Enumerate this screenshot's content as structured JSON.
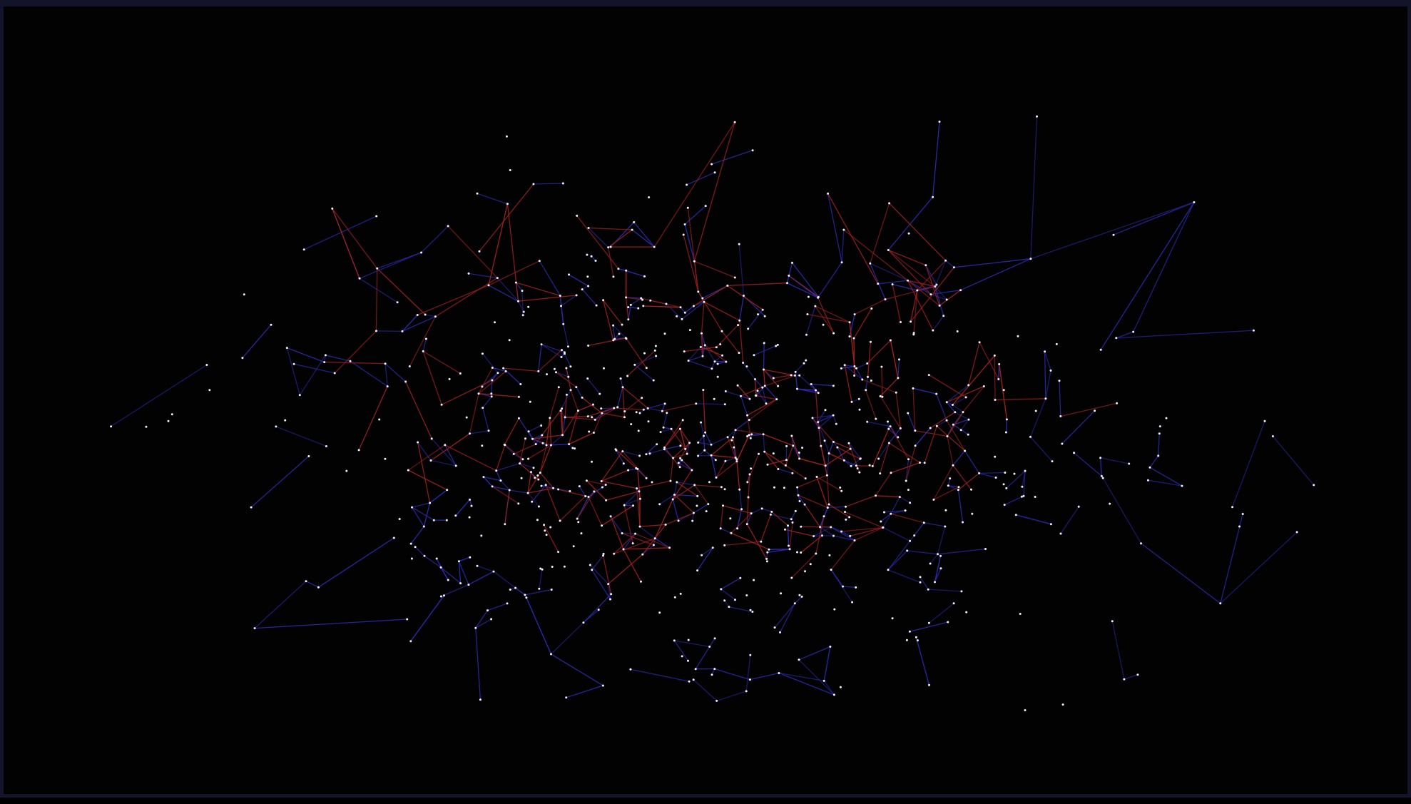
{
  "theme": {
    "background": "#020203",
    "frame": "#13132a",
    "node_color": "#f2f2ff",
    "edge_blue": "#2a2aa8",
    "edge_red": "#a42020"
  },
  "network": {
    "seed": 20240531,
    "node_count": 860,
    "blue_edge_count": 560,
    "red_edge_count": 310
  }
}
